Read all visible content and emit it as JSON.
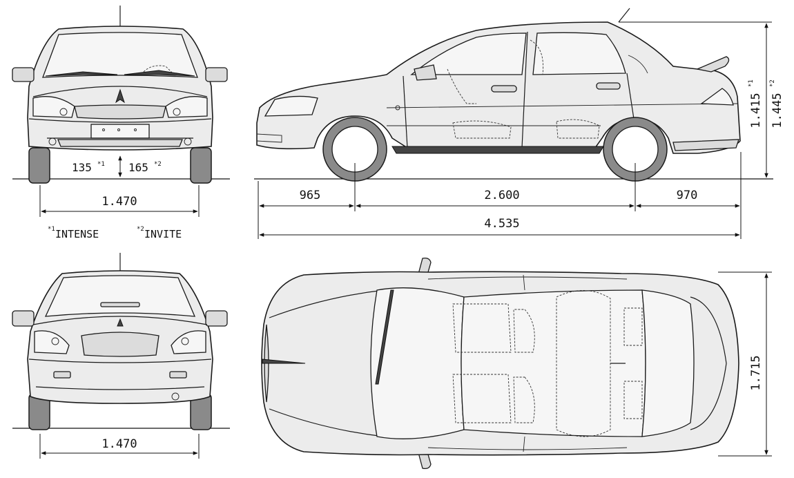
{
  "front_view": {
    "clearance_a_value": "135",
    "clearance_a_mark": "*1",
    "clearance_b_value": "165",
    "clearance_b_mark": "*2",
    "track_width": "1.470"
  },
  "legend": {
    "mark_1": "*1",
    "label_1": "INTENSE",
    "mark_2": "*2",
    "label_2": "INVITE"
  },
  "side_view": {
    "front_overhang": "965",
    "wheelbase": "2.600",
    "rear_overhang": "970",
    "overall_length": "4.535",
    "height_a_value": "1.415",
    "height_a_mark": "*1",
    "height_b_value": "1.445",
    "height_b_mark": "*2"
  },
  "rear_view": {
    "track_width": "1.470"
  },
  "top_view": {
    "overall_width": "1.715"
  },
  "colors": {
    "body": "#ececec",
    "tire": "#8a8a8a",
    "line": "#1a1a1a"
  }
}
